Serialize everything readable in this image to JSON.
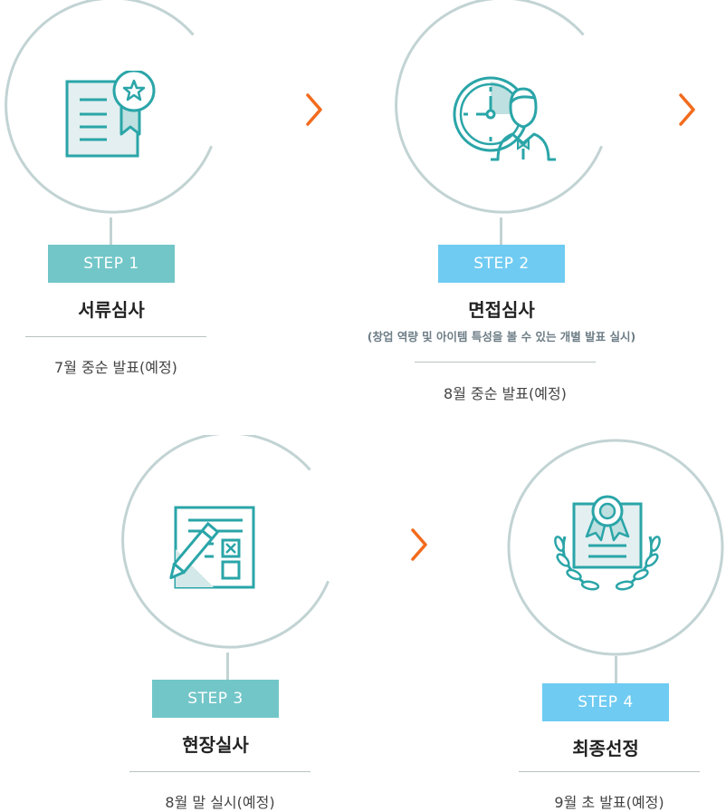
{
  "steps": [
    {
      "badge": "STEP 1",
      "title": "서류심사",
      "note": "",
      "date": "7월 중순 발표(예정)"
    },
    {
      "badge": "STEP 2",
      "title": "면접심사",
      "note": "(창업 역량 및 아이템 특성을 볼 수 있는 개별 발표 실시)",
      "date": "8월 중순 발표(예정)"
    },
    {
      "badge": "STEP 3",
      "title": "현장실사",
      "note": "",
      "date": "8월 말 실시(예정)"
    },
    {
      "badge": "STEP 4",
      "title": "최종선정",
      "note": "",
      "date": "9월 초 발표(예정)"
    }
  ],
  "icons": {
    "step1": "document-award-icon",
    "step2": "clock-person-icon",
    "step3": "checklist-pencil-icon",
    "step4": "certificate-laurel-icon"
  },
  "colors": {
    "ring": "#c2d3d3",
    "icon": "#2aa5a8",
    "badge_teal": "#72c6c8",
    "badge_blue": "#6fcbf2",
    "arrow": "#f26b1d"
  }
}
